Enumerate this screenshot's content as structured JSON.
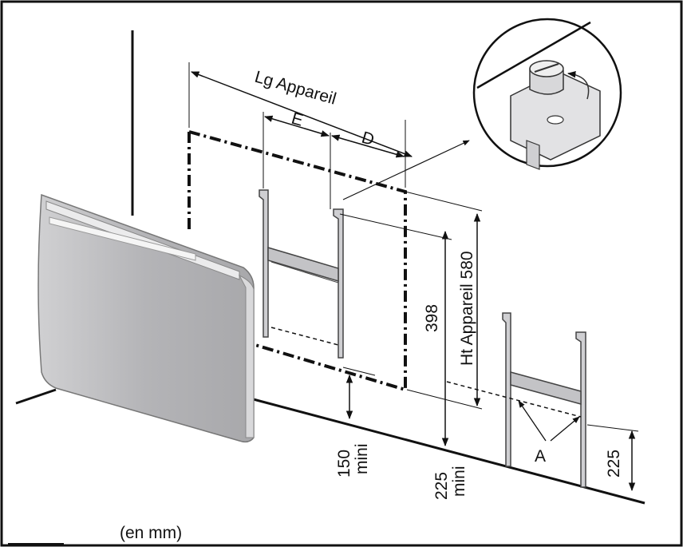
{
  "labels": {
    "overall_length": "Lg Appareil",
    "left_offset": "E",
    "right_offset": "D",
    "bracket_height": "398",
    "unit_height": "Ht Appareil 580",
    "min_150_value": "150",
    "min_150_suffix": "mini",
    "min_225_value": "225",
    "min_225_suffix": "mini",
    "hook_marker": "A",
    "bracket_floor_height": "225",
    "units_note": "(en mm)"
  },
  "colors": {
    "line": "#111111",
    "panel_face": "#b9b9bb",
    "panel_edge": "#d6d6d8",
    "bracket": "#c9c9cc"
  }
}
